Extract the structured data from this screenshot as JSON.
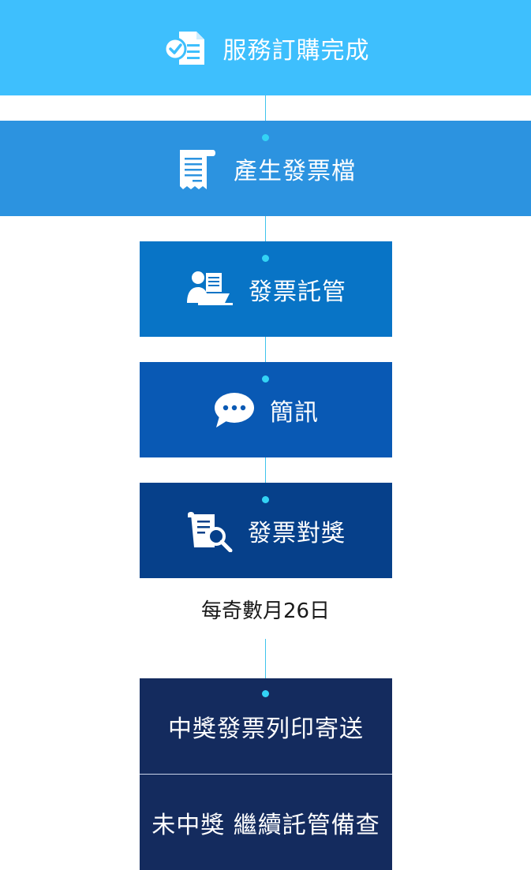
{
  "steps": {
    "s1": {
      "label": "服務訂購完成",
      "icon": "document-check-icon"
    },
    "s2": {
      "label": "產生發票檔",
      "icon": "receipt-icon"
    },
    "s3": {
      "label": "發票託管",
      "icon": "person-computer-icon"
    },
    "s4": {
      "label": "簡訊",
      "icon": "chat-bubble-icon"
    },
    "s5": {
      "label": "發票對獎",
      "icon": "document-search-icon"
    },
    "s6": {
      "label": "中獎發票列印寄送"
    },
    "s7": {
      "label": "未中獎 繼續託管備查"
    }
  },
  "note": "每奇數月26日",
  "colors": {
    "s1": "#3ebffd",
    "s2": "#2c93e0",
    "s3": "#0874c6",
    "s4": "#0959b4",
    "s5": "#06408a",
    "s6": "#142b5e",
    "connector": "#3ec4ec"
  }
}
